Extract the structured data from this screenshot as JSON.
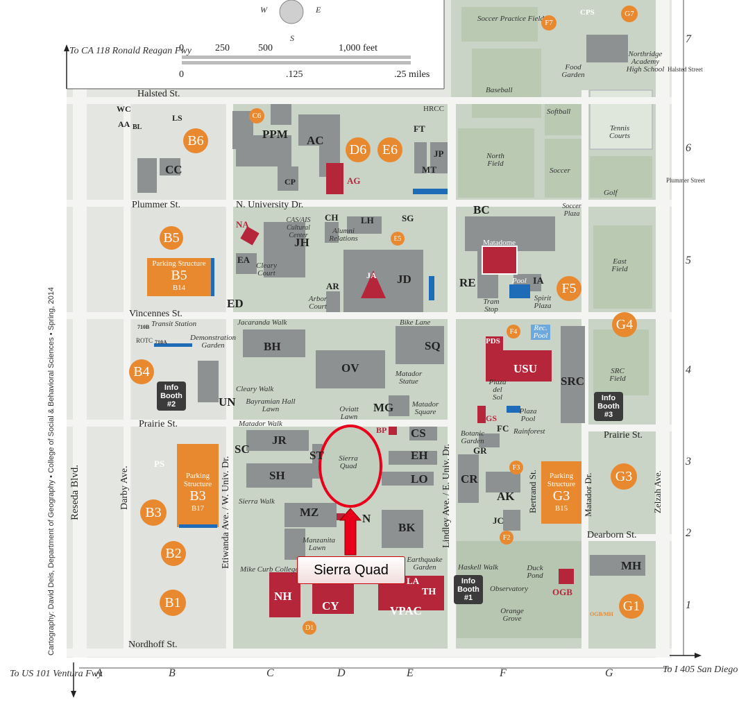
{
  "header": {
    "to_north": "To CA 118 Ronald Reagan Fwy",
    "compass": {
      "w": "W",
      "e": "E",
      "s": "S"
    },
    "scale_feet": [
      "0",
      "250",
      "500",
      "1,000 feet"
    ],
    "scale_miles": [
      "0",
      ".125",
      ".25 miles"
    ]
  },
  "credit": "Cartography: David Deis, Department of Geography • College of Social & Behavioral Sciences • Spring, 2014",
  "edges": {
    "to_south": "To US 101 Ventura Fwy",
    "to_east": "To I 405 San Diego Fwy",
    "halsted_right": "Halsted Street",
    "plummer_right": "Plummer Street"
  },
  "grid": {
    "columns": [
      "A",
      "B",
      "C",
      "D",
      "E",
      "F",
      "G"
    ],
    "rows": [
      "7",
      "6",
      "5",
      "4",
      "3",
      "2",
      "1"
    ]
  },
  "streets": {
    "halsted": "Halsted St.",
    "plummer": "Plummer St.",
    "n_university": "N. University Dr.",
    "vincennes": "Vincennes St.",
    "prairie_w": "Prairie St.",
    "prairie_e": "Prairie St.",
    "nordhoff": "Nordhoff St.",
    "dearborn": "Dearborn St.",
    "reseda": "Reseda Blvd.",
    "darby": "Darby Ave.",
    "etiwanda": "Etiwanda Ave. / W. Univ. Dr.",
    "lindley": "Lindley Ave. / E. Univ. Dr.",
    "bertrand": "Bertrand St.",
    "matador_dr": "Matador Dr.",
    "zelzah": "Zelzah Ave."
  },
  "buildings": [
    "WC",
    "AA",
    "BL",
    "LS",
    "CC",
    "PPM",
    "AC",
    "CP",
    "AG",
    "HRCC",
    "FT",
    "JP",
    "MT",
    "NA",
    "CH",
    "LH",
    "SG",
    "JH",
    "EA",
    "JD",
    "JA",
    "AR",
    "ED",
    "BH",
    "OV",
    "SQ",
    "MG",
    "UN",
    "CS",
    "BP",
    "EH",
    "LO",
    "SC",
    "JR",
    "ST",
    "SH",
    "MZ",
    "N",
    "BK",
    "NH",
    "CY",
    "LA",
    "TH",
    "VPAC",
    "BC",
    "RE",
    "IA",
    "PDS",
    "USU",
    "SRC",
    "FC",
    "GR",
    "GS",
    "CR",
    "AK",
    "JC",
    "OGB",
    "MH",
    "PS",
    "CPS"
  ],
  "places": {
    "soccer_practice": "Soccer Practice Field",
    "baseball": "Baseball",
    "softball": "Softball",
    "tennis": "Tennis Courts",
    "north_field": "North Field",
    "soccer": "Soccer",
    "golf": "Golf",
    "food_garden": "Food Garden",
    "academy": "Northridge Academy High School",
    "soccer_plaza": "Soccer Plaza",
    "east_field": "East Field",
    "src_field": "SRC Field",
    "cas_ais": "CAS/AIS Cultural Center",
    "alumni": "Alumni Relations",
    "cleary_court": "Cleary Court",
    "arbor_court": "Arbor Court",
    "jacaranda": "Jacaranda Walk",
    "bike_lane": "Bike Lane",
    "matadome": "Matadome",
    "pool": "Pool",
    "tram": "Tram Stop",
    "spirit": "Spirit Plaza",
    "rec_pool": "Rec. Pool",
    "transit": "Transit Station",
    "rotc": "ROTC",
    "b710": "710B",
    "a710": "710A",
    "demo_garden": "Demonstration Garden",
    "cleary_walk": "Cleary Walk",
    "bayramian": "Bayramian Hall Lawn",
    "matador_statue": "Matador Statue",
    "oviatt_lawn": "Oviatt Lawn",
    "matador_square": "Matador Square",
    "matador_walk": "Matador Walk",
    "plaza_sol": "Plaza del Sol",
    "plaza_pool": "Plaza Pool",
    "botanic": "Botanic Garden",
    "rainforest": "Rainforest",
    "sierra_quad": "Sierra Quad",
    "sierra_walk": "Sierra Walk",
    "manzanita": "Manzanita Lawn",
    "mike_curb": "Mike Curb College",
    "earthquake": "Earthquake Garden",
    "haskell": "Haskell Walk",
    "duck_pond": "Duck Pond",
    "observatory": "Observatory",
    "orange_grove": "Orange Grove"
  },
  "lots": [
    "B6",
    "D6",
    "E6",
    "F7",
    "G7",
    "B5",
    "F5",
    "G4",
    "B4",
    "B3",
    "B2",
    "B1",
    "G3",
    "G1",
    "C6",
    "F4",
    "F3",
    "F2",
    "D1",
    "E5"
  ],
  "structures": {
    "b5": {
      "title": "Parking Structure",
      "name": "B5",
      "sub": "B14"
    },
    "b3": {
      "title": "Parking Structure",
      "name": "B3",
      "sub": "B17"
    },
    "g3": {
      "title": "Parking Structure",
      "name": "G3",
      "sub": "B15"
    }
  },
  "info_booths": [
    "Info Booth #2",
    "Info Booth #3",
    "Info Booth #1"
  ],
  "callout": {
    "label": "Sierra Quad"
  },
  "ogb_mh": "OGB/MH"
}
